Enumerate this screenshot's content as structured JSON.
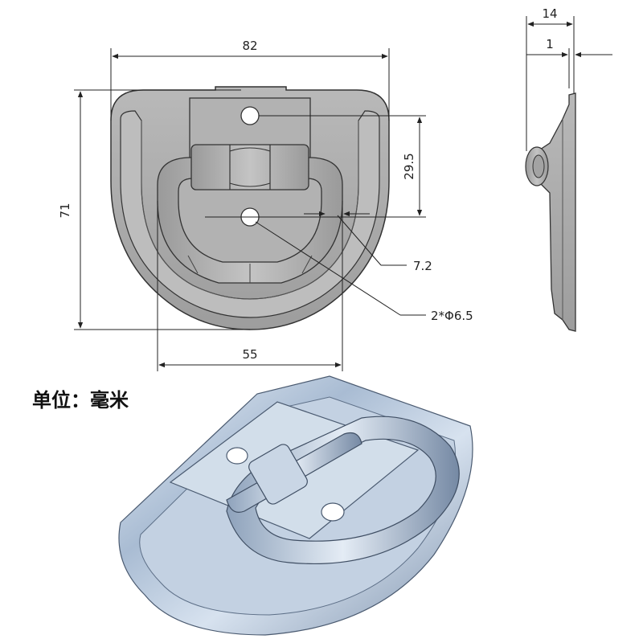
{
  "drawing": {
    "dims": {
      "overall_width": "82",
      "overall_height": "71",
      "base_width": "55",
      "hole_spacing": "29.5",
      "ring_offset": "7.2",
      "hole_callout": "2*Φ6.5",
      "side_height": "14",
      "plate_thickness": "1"
    }
  },
  "unit_label": "单位：毫米",
  "colors": {
    "metal": "#a9a9a9",
    "metal_dark": "#8f8f8f",
    "metal_light": "#c6c6c6",
    "zinc": "#b8c8dc",
    "line": "#222222"
  }
}
